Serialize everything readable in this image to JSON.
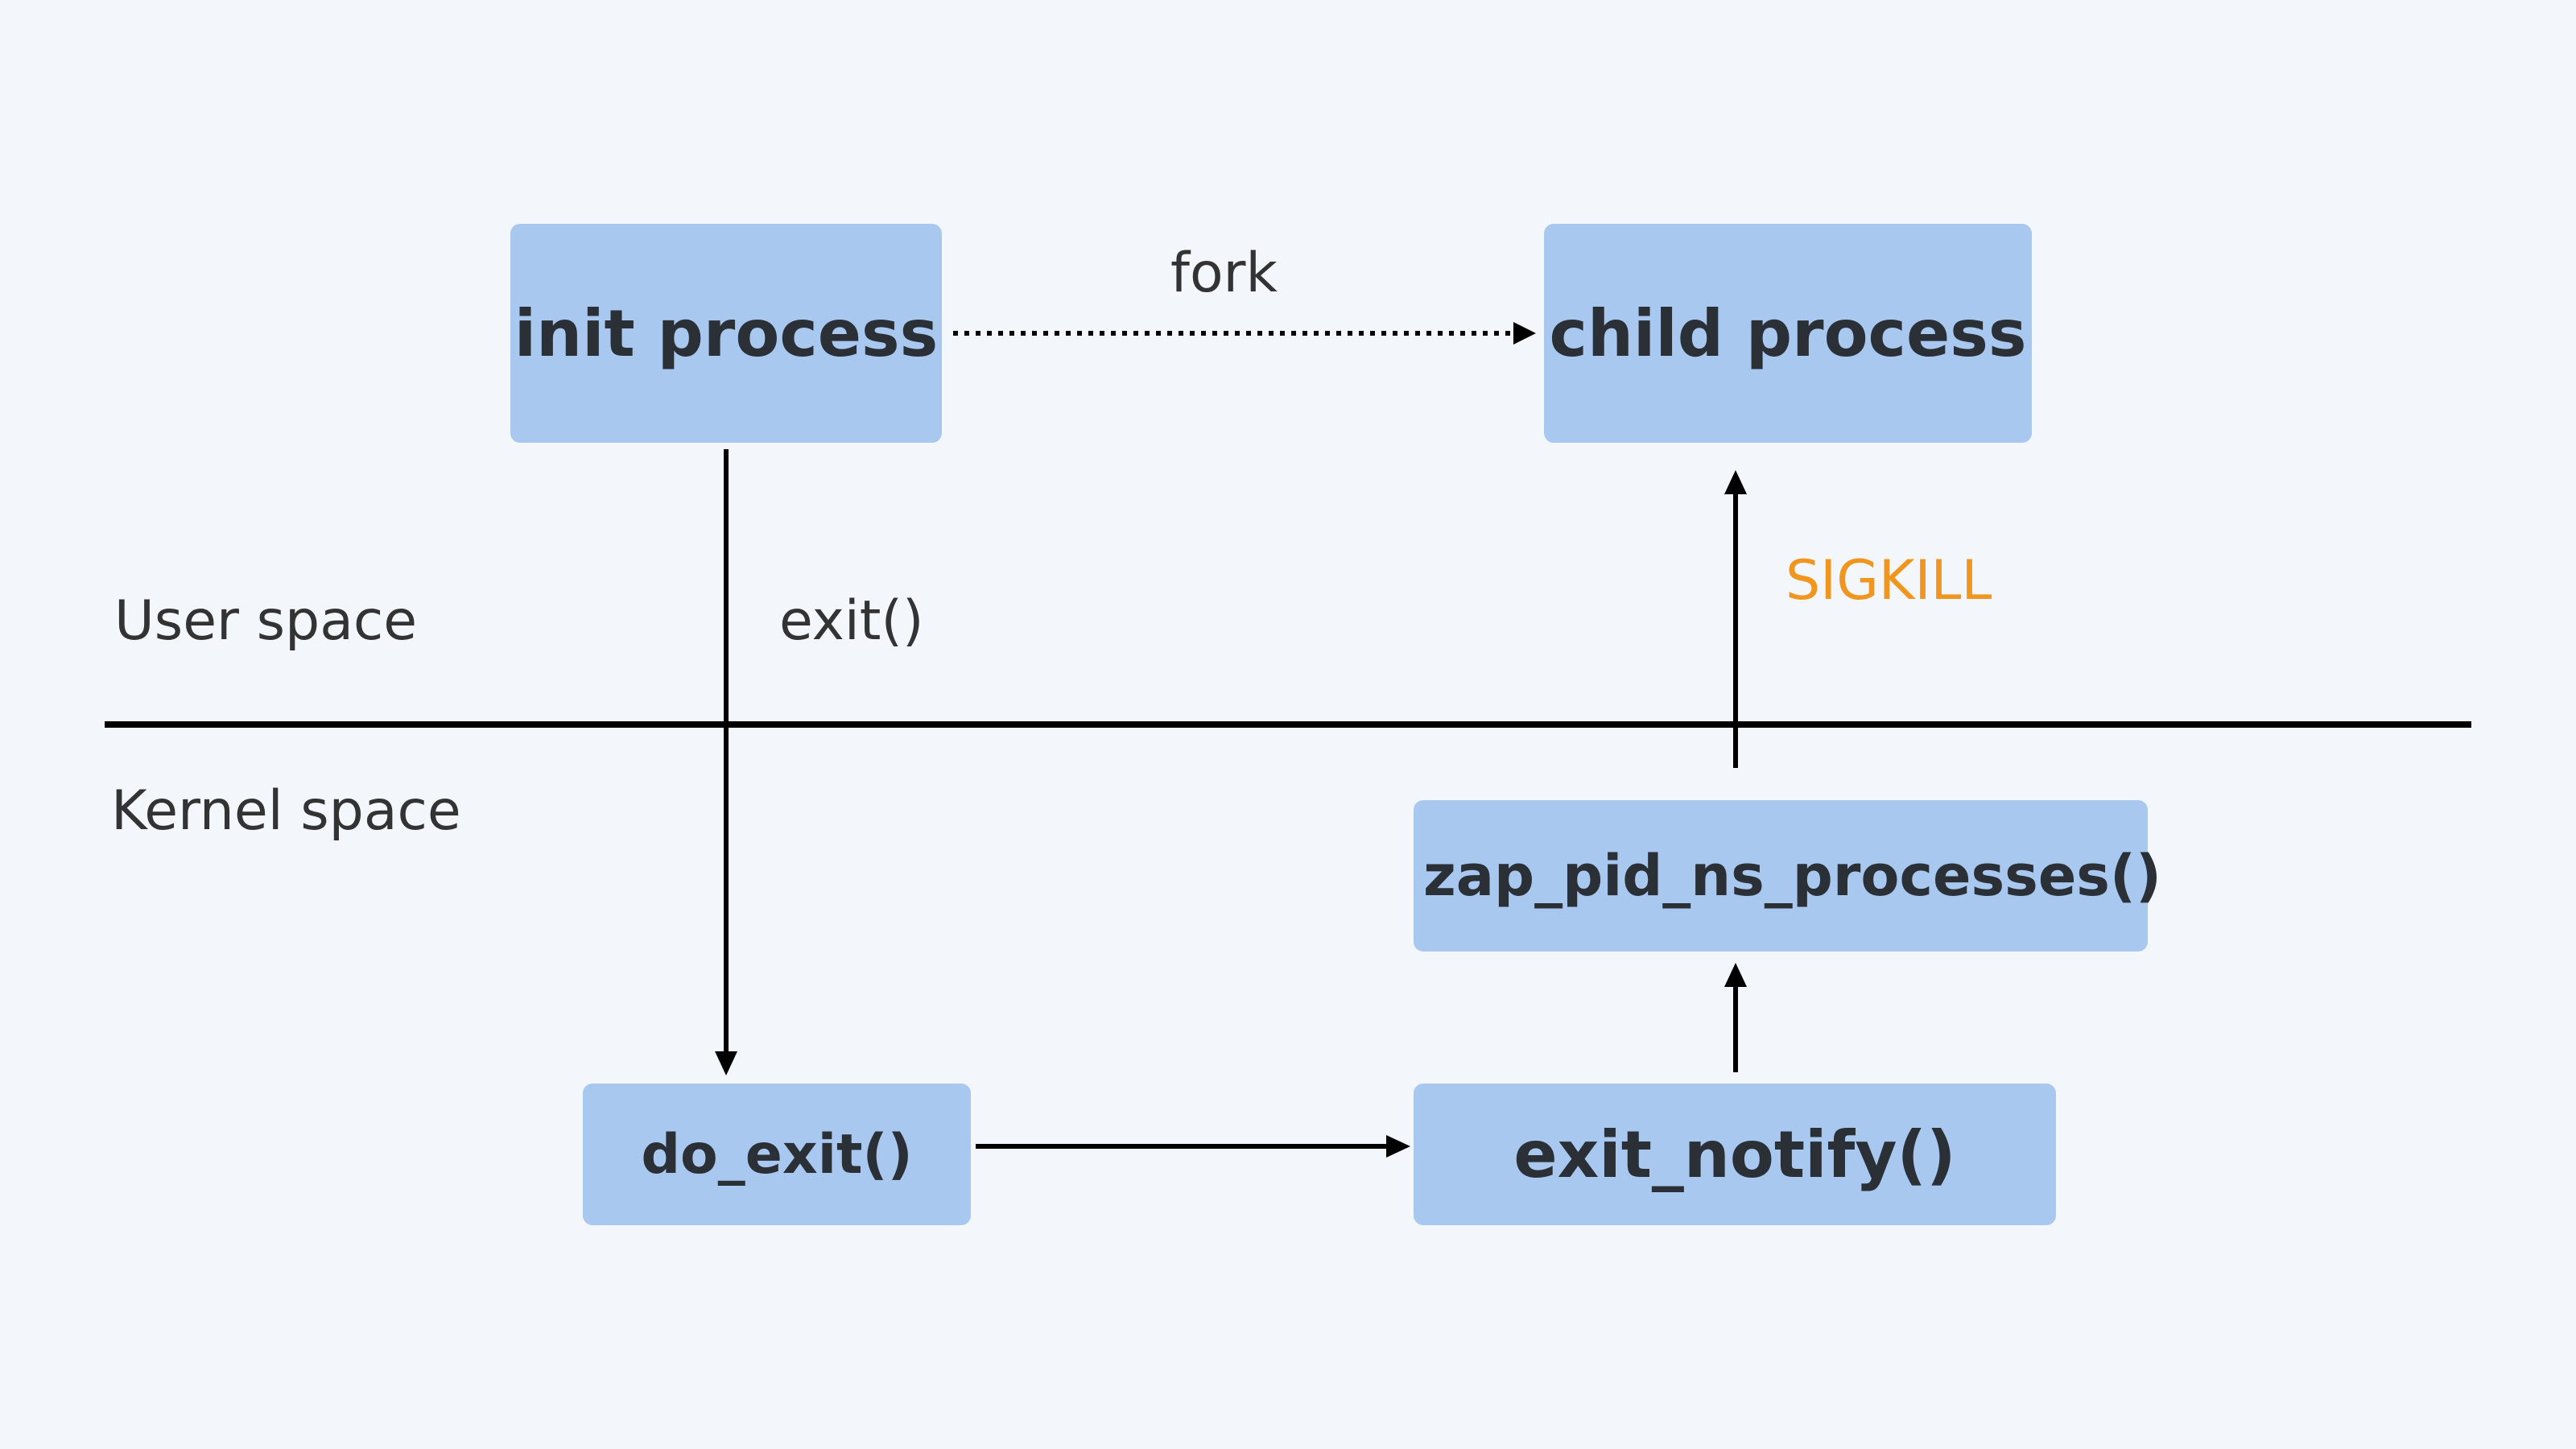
{
  "colors": {
    "background": "#f3f7fc",
    "node_fill": "#a8c8f0",
    "node_text": "#2b2f36",
    "line": "#000000",
    "signal_text": "#f0961e",
    "label_text": "#333333"
  },
  "nodes": {
    "init_process": "init process",
    "child_process": "child process",
    "zap_pid_ns_processes": "zap_pid_ns_processes()",
    "do_exit": "do_exit()",
    "exit_notify": "exit_notify()"
  },
  "edges": {
    "fork": "fork",
    "exit": "exit()",
    "sigkill": "SIGKILL"
  },
  "regions": {
    "user_space": "User space",
    "kernel_space": "Kernel space"
  }
}
